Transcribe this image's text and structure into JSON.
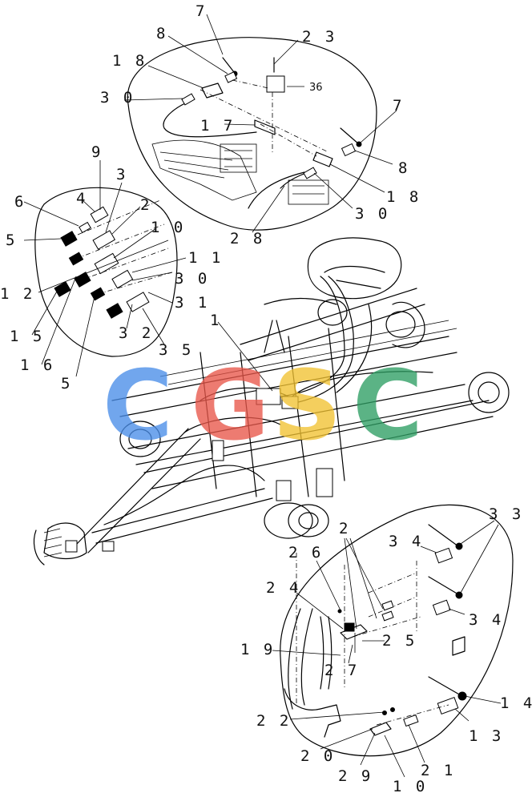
{
  "callouts": {
    "top": [
      "7",
      "8",
      "2 3",
      "1 8",
      "36",
      "3 0",
      "1 7",
      "7",
      "8",
      "1 8",
      "3 0",
      "2 8"
    ],
    "left": [
      "9",
      "6",
      "4",
      "3",
      "2",
      "5",
      "1 0",
      "1 1",
      "1 2",
      "3 0",
      "3 1",
      "1 5",
      "3 2",
      "3 5",
      "1 6",
      "5"
    ],
    "main": [
      "1"
    ],
    "bottom": [
      "2",
      "3 3",
      "3 4",
      "2 6",
      "2 4",
      "3 4",
      "2 5",
      "1 9",
      "2 7",
      "1 4",
      "1 3",
      "2 2",
      "2 0",
      "2 9",
      "1 0",
      "2 1"
    ]
  },
  "watermark": {
    "letters": [
      "C",
      "G",
      "S",
      "C"
    ],
    "colors": [
      "#4a8ee8",
      "#e8574a",
      "#f1c232",
      "#2e9e63"
    ]
  }
}
